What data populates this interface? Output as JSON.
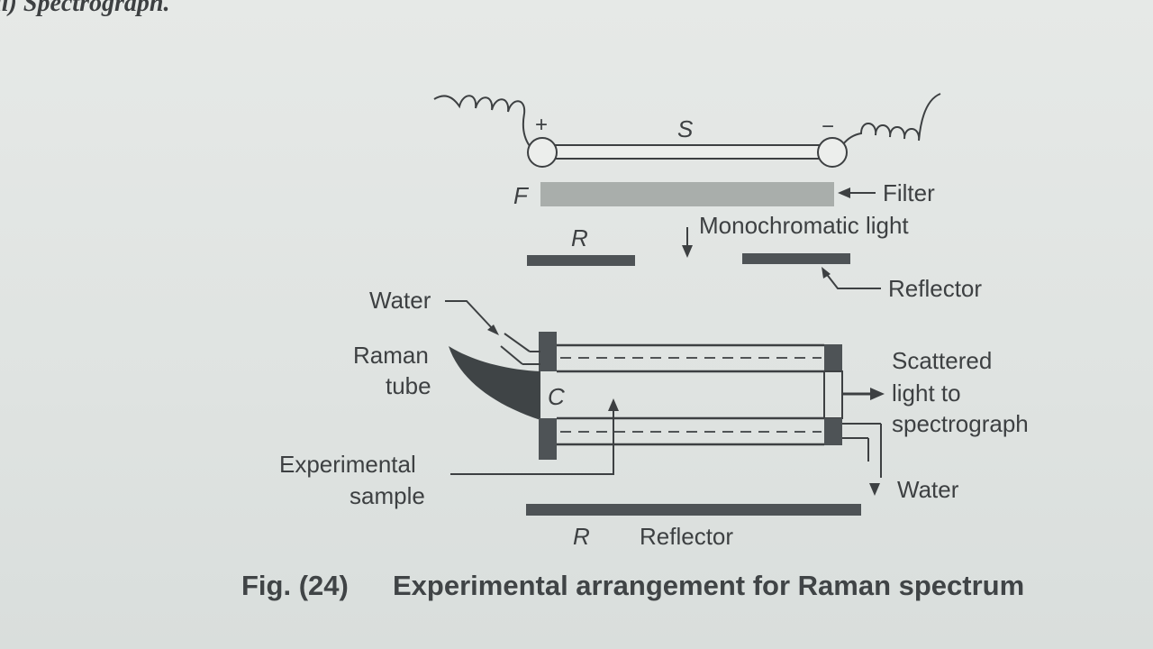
{
  "heading": "ii) Spectrograph.",
  "labels": {
    "plus": "+",
    "minus": "−",
    "source": "S",
    "filter_letter": "F",
    "filter": "Filter",
    "monochromatic": "Monochromatic light",
    "reflector_top_letter": "R",
    "reflector_top": "Reflector",
    "water_in": "Water",
    "raman_tube_1": "Raman",
    "raman_tube_2": "tube",
    "cell_letter": "C",
    "scattered_1": "Scattered",
    "scattered_2": "light to",
    "scattered_3": "spectrograph",
    "experimental_1": "Experimental",
    "experimental_2": "sample",
    "water_out": "Water",
    "reflector_bottom_letter": "R",
    "reflector_bottom": "Reflector"
  },
  "caption": {
    "number": "Fig. (24)",
    "title": "Experimental arrangement for Raman spectrum"
  },
  "colors": {
    "ink": "#3d4042",
    "filter_fill": "#a9aeab",
    "plate_fill": "#4e5356"
  }
}
